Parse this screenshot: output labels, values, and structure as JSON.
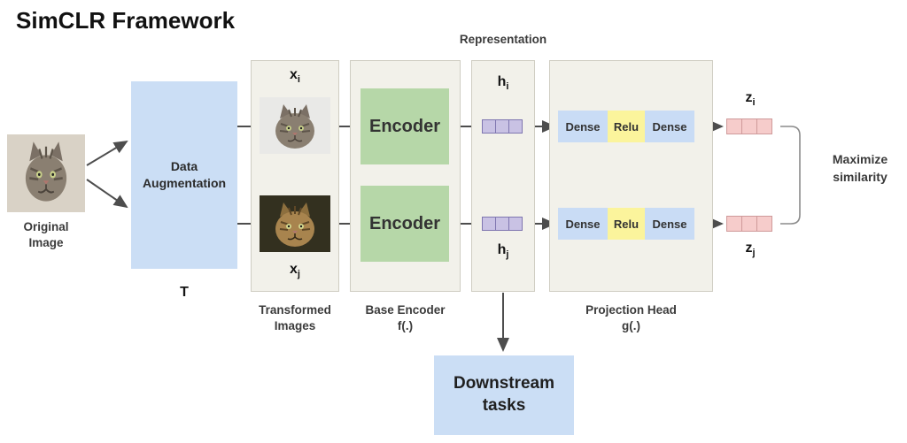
{
  "title": "SimCLR Framework",
  "original": {
    "label": "Original Image"
  },
  "augmentation": {
    "label": "Data Augmentation",
    "transform_symbol": "T"
  },
  "transformed": {
    "caption": "Transformed Images",
    "top_label": {
      "base": "x",
      "sub": "i"
    },
    "bottom_label": {
      "base": "x",
      "sub": "j"
    }
  },
  "encoder": {
    "caption_line1": "Base Encoder",
    "caption_line2": "f(.)",
    "top_label": "Encoder",
    "bottom_label": "Encoder"
  },
  "representation": {
    "caption": "Representation",
    "top_label": {
      "base": "h",
      "sub": "i"
    },
    "bottom_label": {
      "base": "h",
      "sub": "j"
    }
  },
  "projection": {
    "caption_line1": "Projection Head",
    "caption_line2": "g(.)",
    "rows": [
      {
        "dense1": "Dense",
        "relu": "Relu",
        "dense2": "Dense"
      },
      {
        "dense1": "Dense",
        "relu": "Relu",
        "dense2": "Dense"
      }
    ]
  },
  "outputs": {
    "top_label": {
      "base": "z",
      "sub": "i"
    },
    "bottom_label": {
      "base": "z",
      "sub": "j"
    }
  },
  "objective": {
    "line1": "Maximize",
    "line2": "similarity"
  },
  "downstream": {
    "label": "Downstream tasks"
  },
  "colors": {
    "augmentation_box": "#cbdef5",
    "encoder_box": "#b6d7a8",
    "dense_box": "#c9dcf5",
    "relu_box": "#fbf49c",
    "representation_cell": "#c9c2e4",
    "output_cell": "#f6cccb",
    "panel_background": "#f2f1ea",
    "arrow": "#4d4d4d"
  }
}
